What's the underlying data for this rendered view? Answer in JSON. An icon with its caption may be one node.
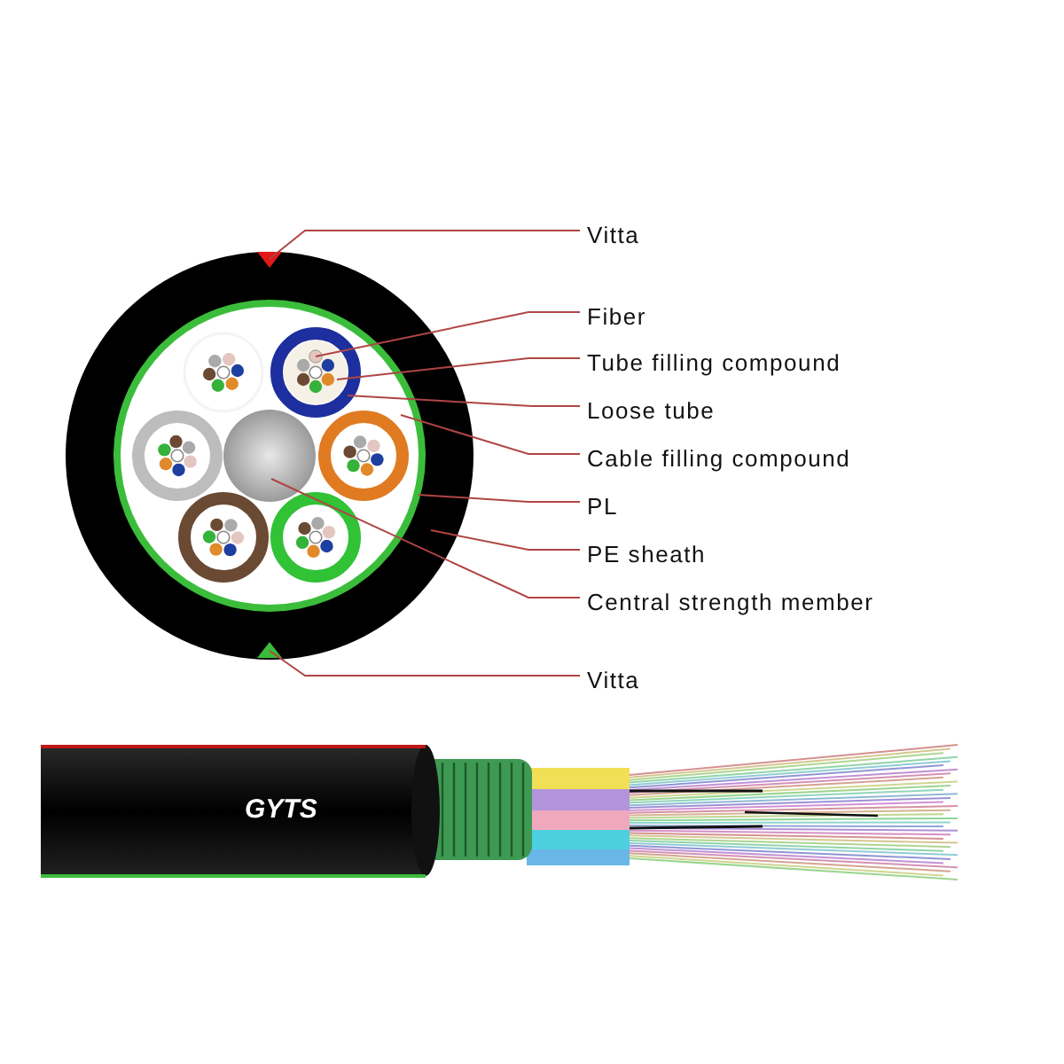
{
  "diagram": {
    "nodes": [
      {
        "text": [
          "Vitta"
        ]
      },
      {
        "text": [
          "Fiber"
        ]
      },
      {
        "text": [
          "Tube filling compound"
        ]
      },
      {
        "text": [
          "Loose tube"
        ]
      },
      {
        "text": [
          "Cable filling compound"
        ]
      },
      {
        "text": [
          "PL"
        ]
      },
      {
        "text": [
          "PE sheath"
        ]
      },
      {
        "text": [
          "Central strength member"
        ]
      },
      {
        "text": [
          "Vitta"
        ]
      },
      {
        "text": [],
        "shape": "triangle",
        "in": 15
      },
      {
        "text": [],
        "shape": "circle",
        "in": 11
      },
      {
        "text": [],
        "shape": "circle",
        "in": 12
      },
      {
        "text": [],
        "shape": "circle",
        "in": 13
      },
      {
        "text": [],
        "shape": "circle",
        "in": 14
      },
      {
        "text": [],
        "shape": "circle",
        "in": 15
      },
      {
        "text": [],
        "shape": "circle"
      },
      {
        "text": [],
        "shape": "circle",
        "in": 13
      },
      {
        "text": [],
        "shape": "triangle",
        "in": 15
      }
    ],
    "edges": [
      {
        "from": 0,
        "to": 9,
        "arrow": "none"
      },
      {
        "from": 1,
        "to": 10,
        "arrow": "none"
      },
      {
        "from": 2,
        "to": 11,
        "arrow": "none"
      },
      {
        "from": 3,
        "to": 12,
        "arrow": "none"
      },
      {
        "from": 4,
        "to": 13,
        "arrow": "none"
      },
      {
        "from": 5,
        "to": 14,
        "arrow": "none"
      },
      {
        "from": 6,
        "to": 15,
        "arrow": "none"
      },
      {
        "from": 7,
        "to": 16,
        "arrow": "none"
      },
      {
        "from": 8,
        "to": 17,
        "arrow": "none"
      }
    ],
    "labels": [
      "GYTS"
    ]
  }
}
